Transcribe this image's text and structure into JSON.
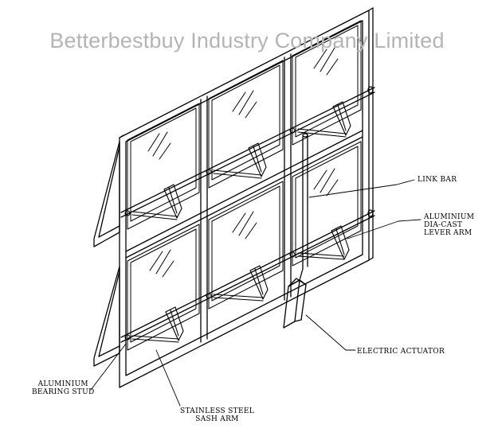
{
  "watermark": "Betterbestbuy Industry Company Limited",
  "labels": {
    "link_bar": "LINK BAR",
    "lever_arm": [
      "ALUMINIUM",
      "DIA-CAST",
      "LEVER ARM"
    ],
    "actuator": "ELECTRIC ACTUATOR",
    "bearing_stud": [
      "ALUMINIUM",
      "BEARING STUD"
    ],
    "sash_arm": [
      "STAINLESS STEEL",
      "SASH ARM"
    ]
  },
  "colors": {
    "line": "#000000",
    "watermark": "#b4b4b4"
  }
}
